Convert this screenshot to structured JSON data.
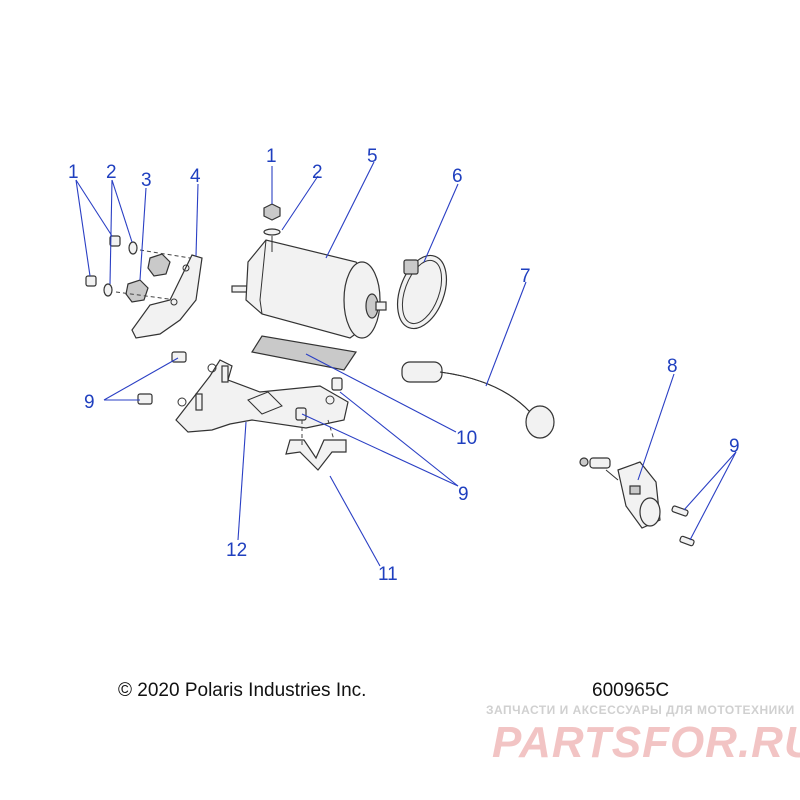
{
  "callouts": [
    "1",
    "2",
    "3",
    "4",
    "1",
    "2",
    "5",
    "6",
    "7",
    "8",
    "9",
    "10",
    "9",
    "9",
    "11",
    "12"
  ],
  "copyright": "© 2020 Polaris Industries Inc.",
  "drawing_number": "600965C",
  "watermark": {
    "tagline": "ЗАПЧАСТИ И АКСЕССУАРЫ ДЛЯ МОТОТЕХНИКИ",
    "logo": "PARTSFOR.RU"
  },
  "colors": {
    "callout": "#1f3fbf",
    "leader": "#2a3fc4",
    "watermark": "#f2c4c4"
  }
}
